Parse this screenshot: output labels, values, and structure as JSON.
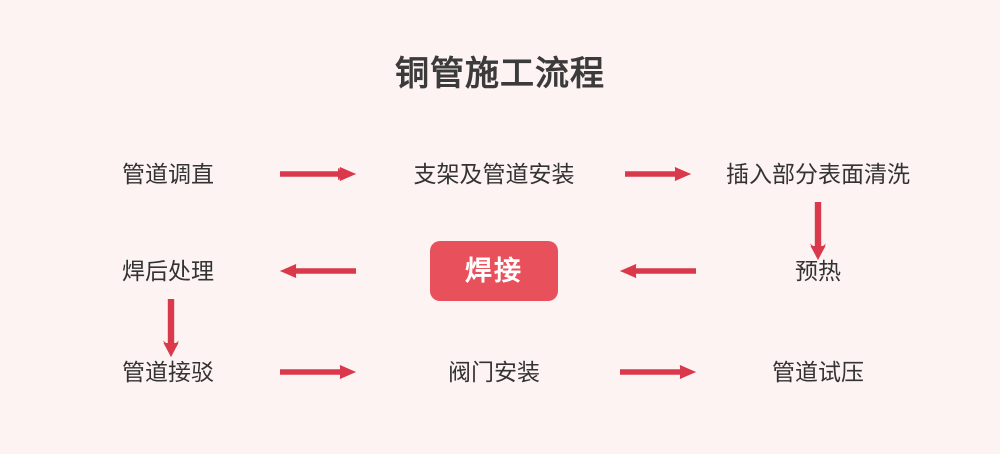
{
  "chart_data": {
    "type": "diagram",
    "title": "铜管施工流程",
    "diagram_kind": "serpentine-flowchart",
    "background_color": "#fdf3f2",
    "title_color": "#3b3b3b",
    "node_text_color": "#333333",
    "arrow_color": "#d9394b",
    "highlight_fill": "#e8505b",
    "highlight_text_color": "#ffffff",
    "rows": 3,
    "columns": 3,
    "nodes": [
      {
        "id": "n1",
        "label": "管道调直",
        "row": 1,
        "col": 1,
        "highlight": false
      },
      {
        "id": "n2",
        "label": "支架及管道安装",
        "row": 1,
        "col": 2,
        "highlight": false
      },
      {
        "id": "n3",
        "label": "插入部分表面清洗",
        "row": 1,
        "col": 3,
        "highlight": false
      },
      {
        "id": "n4",
        "label": "预热",
        "row": 2,
        "col": 3,
        "highlight": false
      },
      {
        "id": "n5",
        "label": "焊接",
        "row": 2,
        "col": 2,
        "highlight": true
      },
      {
        "id": "n6",
        "label": "焊后处理",
        "row": 2,
        "col": 1,
        "highlight": false
      },
      {
        "id": "n7",
        "label": "管道接驳",
        "row": 3,
        "col": 1,
        "highlight": false
      },
      {
        "id": "n8",
        "label": "阀门安装",
        "row": 3,
        "col": 2,
        "highlight": false
      },
      {
        "id": "n9",
        "label": "管道试压",
        "row": 3,
        "col": 3,
        "highlight": false
      }
    ],
    "edges": [
      {
        "from": "n1",
        "to": "n2",
        "direction": "right"
      },
      {
        "from": "n2",
        "to": "n3",
        "direction": "right"
      },
      {
        "from": "n3",
        "to": "n4",
        "direction": "down"
      },
      {
        "from": "n4",
        "to": "n5",
        "direction": "left"
      },
      {
        "from": "n5",
        "to": "n6",
        "direction": "left"
      },
      {
        "from": "n6",
        "to": "n7",
        "direction": "down"
      },
      {
        "from": "n7",
        "to": "n8",
        "direction": "right"
      },
      {
        "from": "n8",
        "to": "n9",
        "direction": "right"
      }
    ],
    "sequence": [
      "管道调直",
      "支架及管道安装",
      "插入部分表面清洗",
      "预热",
      "焊接",
      "焊后处理",
      "管道接驳",
      "阀门安装",
      "管道试压"
    ]
  },
  "title": {
    "text": "铜管施工流程"
  },
  "nodes": {
    "n1": "管道调直",
    "n2": "支架及管道安装",
    "n3": "插入部分表面清洗",
    "n4": "预热",
    "n5": "焊接",
    "n6": "焊后处理",
    "n7": "管道接驳",
    "n8": "阀门安装",
    "n9": "管道试压"
  },
  "arrows": {
    "a1": "arrow-right-icon",
    "a2": "arrow-right-icon",
    "a3": "arrow-down-icon",
    "a4": "arrow-left-icon",
    "a5": "arrow-left-icon",
    "a6": "arrow-down-icon",
    "a7": "arrow-right-icon",
    "a8": "arrow-right-icon"
  }
}
